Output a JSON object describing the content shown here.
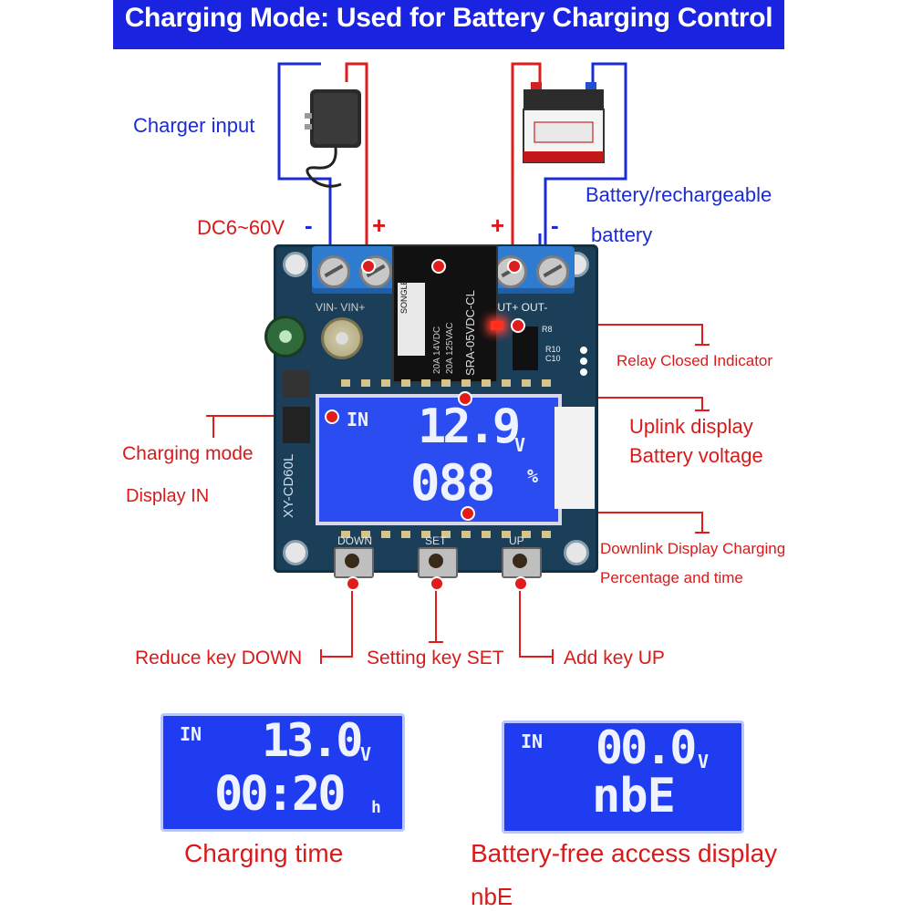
{
  "title": "Charging Mode: Used for Battery Charging Control",
  "left_source": {
    "label": "Charger input",
    "voltage": "DC6~60V",
    "minus": "-",
    "plus": "+"
  },
  "right_source": {
    "label_line1": "Battery/rechargeable",
    "label_line2": "battery",
    "minus": "-",
    "plus": "+"
  },
  "board": {
    "model": "XY-CD60L",
    "terminal_left": "VIN- VIN+",
    "terminal_right": "OUT+ OUT-",
    "relay_text": "SRA-05VDC-CL",
    "relay_brand": "SONGLE",
    "relay_rating1": "20A 14VDC",
    "relay_rating2": "20A 125VAC",
    "lcd_mode": "IN",
    "lcd_top": "12.9",
    "lcd_top_unit": "V",
    "lcd_bottom": "088",
    "lcd_bottom_unit": "%",
    "btn_down": "DOWN",
    "btn_set": "SET",
    "btn_up": "UP",
    "silk_r8": "R8",
    "silk_r10": "R10",
    "silk_c10": "C10"
  },
  "callouts": {
    "relay_indicator": "Relay Closed Indicator",
    "uplink_line1": "Uplink display",
    "uplink_line2": "Battery voltage",
    "mode_line1": "Charging mode",
    "mode_line2": "Display IN",
    "downlink_line1": "Downlink Display Charging",
    "downlink_line2": "Percentage and time",
    "key_down": "Reduce key DOWN",
    "key_set": "Setting key SET",
    "key_up": "Add key UP"
  },
  "examples": [
    {
      "mode": "IN",
      "top": "13.0",
      "top_unit": "V",
      "bottom": "00:20",
      "bottom_unit": "h",
      "caption": "Charging time",
      "caption2": ""
    },
    {
      "mode": "IN",
      "top": "00.0",
      "top_unit": "V",
      "bottom": "nbE",
      "bottom_unit": "",
      "caption": "Battery-free access display",
      "caption2": "nbE"
    }
  ],
  "colors": {
    "title_bg": "#1a23e0",
    "wire_red": "#e21b1b",
    "wire_blue": "#1b2bd6",
    "lcd_blue": "#2b4cf0",
    "pcb": "#1b3f58"
  },
  "icons": [
    "charger-adapter-icon",
    "car-battery-icon"
  ]
}
